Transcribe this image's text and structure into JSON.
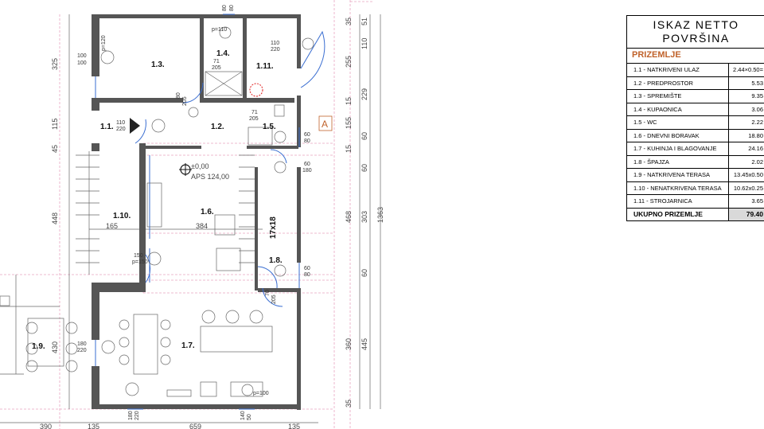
{
  "plan": {
    "rooms": {
      "r11": "1.1.",
      "r12": "1.2.",
      "r13": "1.3.",
      "r14": "1.4.",
      "r15": "1.5.",
      "r16": "1.6.",
      "r17": "1.7.",
      "r18": "1.8.",
      "r19": "1.9.",
      "r110": "1.10.",
      "r111": "1.11."
    },
    "level": "±0,00",
    "aps": "APS 124,00",
    "stair": "17x18",
    "section_mark": "A",
    "dims_left": [
      "325",
      "115",
      "45",
      "448",
      "430"
    ],
    "dims_right_outer": [
      "35",
      "51",
      "110",
      "255",
      "15",
      "229",
      "155",
      "15",
      "60",
      "60",
      "468",
      "303",
      "1363",
      "60",
      "360",
      "445",
      "35"
    ],
    "dims_bottom": [
      "390",
      "135",
      "659",
      "135"
    ],
    "dims_inner": [
      "165",
      "384"
    ],
    "doors": {
      "d1": "p=120",
      "d2": "100",
      "d3": "100",
      "d4": "80",
      "d5": "80",
      "d6": "p=110",
      "d7": "110",
      "d8": "220",
      "d9": "71",
      "d10": "205",
      "d11": "80",
      "d12": "205",
      "d13": "110",
      "d14": "220",
      "d15": "71",
      "d16": "205",
      "d17": "60",
      "d18": "80",
      "d19": "60",
      "d20": "180",
      "d21": "150",
      "d22": "p=150",
      "d23": "60",
      "d24": "80",
      "d25": "70",
      "d26": "205",
      "d27": "180",
      "d28": "220",
      "d29": "p=100",
      "d30": "180",
      "d31": "220",
      "d32": "140",
      "d33": "50"
    }
  },
  "table": {
    "title_line1": "ISKAZ NETTO",
    "title_line2": "POVRŠINA",
    "section": "PRIZEMLJE",
    "rows": [
      {
        "label": "1.1 - NATKRIVENI ULAZ",
        "value": "2.44×0.50="
      },
      {
        "label": "1.2 - PREDPROSTOR",
        "value": "5.53"
      },
      {
        "label": "1.3 - SPREMIŠTE",
        "value": "9.35"
      },
      {
        "label": "1.4 - KUPAONICA",
        "value": "3.06"
      },
      {
        "label": "1.5 - WC",
        "value": "2.22"
      },
      {
        "label": "1.6 - DNEVNI BORAVAK",
        "value": "18.80"
      },
      {
        "label": "1.7 - KUHINJA I BLAGOVANJE",
        "value": "24.16"
      },
      {
        "label": "1.8 - ŠPAJZA",
        "value": "2.02"
      },
      {
        "label": "1.9 - NATKRIVENA TERASA",
        "value": "13.45x0.50"
      },
      {
        "label": "1.10 - NENATKRIVENA TERASA",
        "value": "10.62x0.25"
      },
      {
        "label": "1.11 - STROJARNICA",
        "value": "3.65"
      }
    ],
    "total_label": "UKUPNO PRIZEMLJE",
    "total_value": "79.40"
  }
}
